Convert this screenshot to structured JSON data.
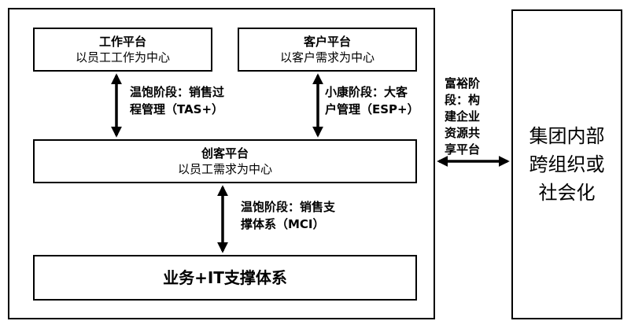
{
  "work_platform": {
    "title": "工作平台",
    "subtitle": "以员工工作为中心"
  },
  "customer_platform": {
    "title": "客户平台",
    "subtitle": "以客户需求为中心"
  },
  "innovation_platform": {
    "title": "创客平台",
    "subtitle": "以员工需求为中心"
  },
  "it_support": {
    "title": "业务+IT支撑体系"
  },
  "group_box": {
    "lines": [
      "集团内部",
      "跨组织或",
      "社会化"
    ]
  },
  "labels": {
    "work_to_innov": [
      "温饱阶段：销售过",
      "程管理（TAS+）"
    ],
    "customer_to_innov": [
      "小康阶段：大客",
      "户管理（ESP+）"
    ],
    "innov_to_it": [
      "温饱阶段：销售支",
      "撑体系（MCI）"
    ],
    "enterprise_to_group": [
      "富裕阶",
      "段：构",
      "建企业",
      "资源共",
      "享平台"
    ]
  }
}
